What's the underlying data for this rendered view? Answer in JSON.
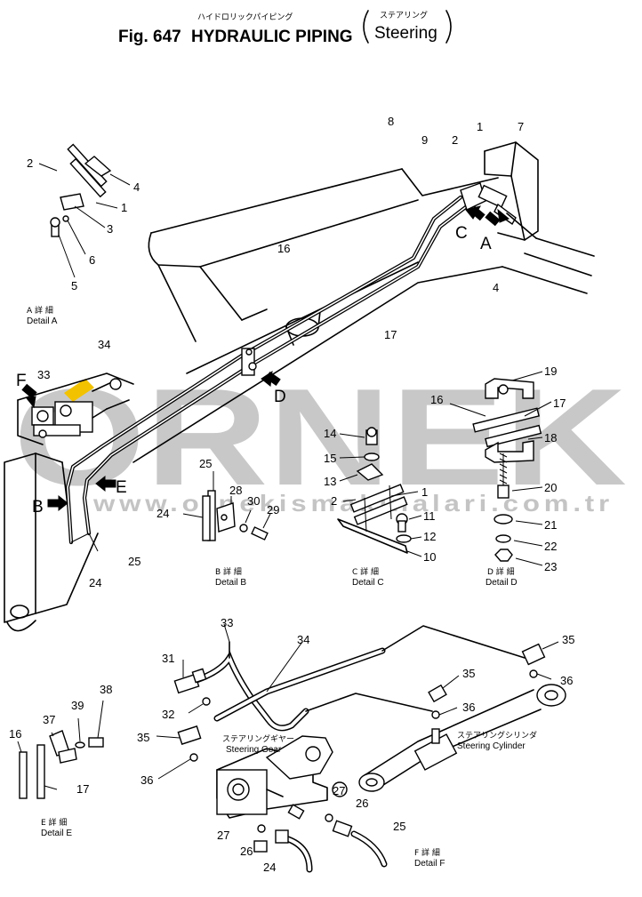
{
  "header": {
    "jp_title": "ハイドロリックパイピング",
    "jp_sub": "ステアリング",
    "fig_number": "Fig. 647",
    "title": "HYDRAULIC PIPING",
    "sub": "Steering"
  },
  "watermark": {
    "brand": "ORNEK",
    "site": "www.ornekismakinalari.com.tr"
  },
  "views": [
    "A",
    "B",
    "C",
    "D",
    "E",
    "F"
  ],
  "details": {
    "a": {
      "jp": "A 詳 細",
      "en": "Detail A"
    },
    "b": {
      "jp": "B 詳 細",
      "en": "Detail B"
    },
    "c": {
      "jp": "C 詳 細",
      "en": "Detail C"
    },
    "d": {
      "jp": "D 詳 細",
      "en": "Detail D"
    },
    "e": {
      "jp": "E 詳 細",
      "en": "Detail E"
    },
    "f": {
      "jp": "F 詳 細",
      "en": "Detail F"
    }
  },
  "components": {
    "gear_jp": "ステアリングギヤー",
    "gear_en": "Steering Gear",
    "cyl_jp": "ステアリングシリンダ",
    "cyl_en": "Steering Cylinder"
  },
  "callouts": {
    "c1": "1",
    "c2": "2",
    "c3": "3",
    "c4": "4",
    "c5": "5",
    "c6": "6",
    "c7": "7",
    "c8": "8",
    "c9": "9",
    "c10": "10",
    "c11": "11",
    "c12": "12",
    "c13": "13",
    "c14": "14",
    "c15": "15",
    "c16": "16",
    "c17": "17",
    "c18": "18",
    "c19": "19",
    "c20": "20",
    "c21": "21",
    "c22": "22",
    "c23": "23",
    "c24": "24",
    "c25": "25",
    "c26": "26",
    "c27": "27",
    "c28": "28",
    "c29": "29",
    "c30": "30",
    "c31": "31",
    "c32": "32",
    "c33": "33",
    "c34": "34",
    "c35": "35",
    "c36": "36",
    "c37": "37",
    "c38": "38",
    "c39": "39"
  }
}
